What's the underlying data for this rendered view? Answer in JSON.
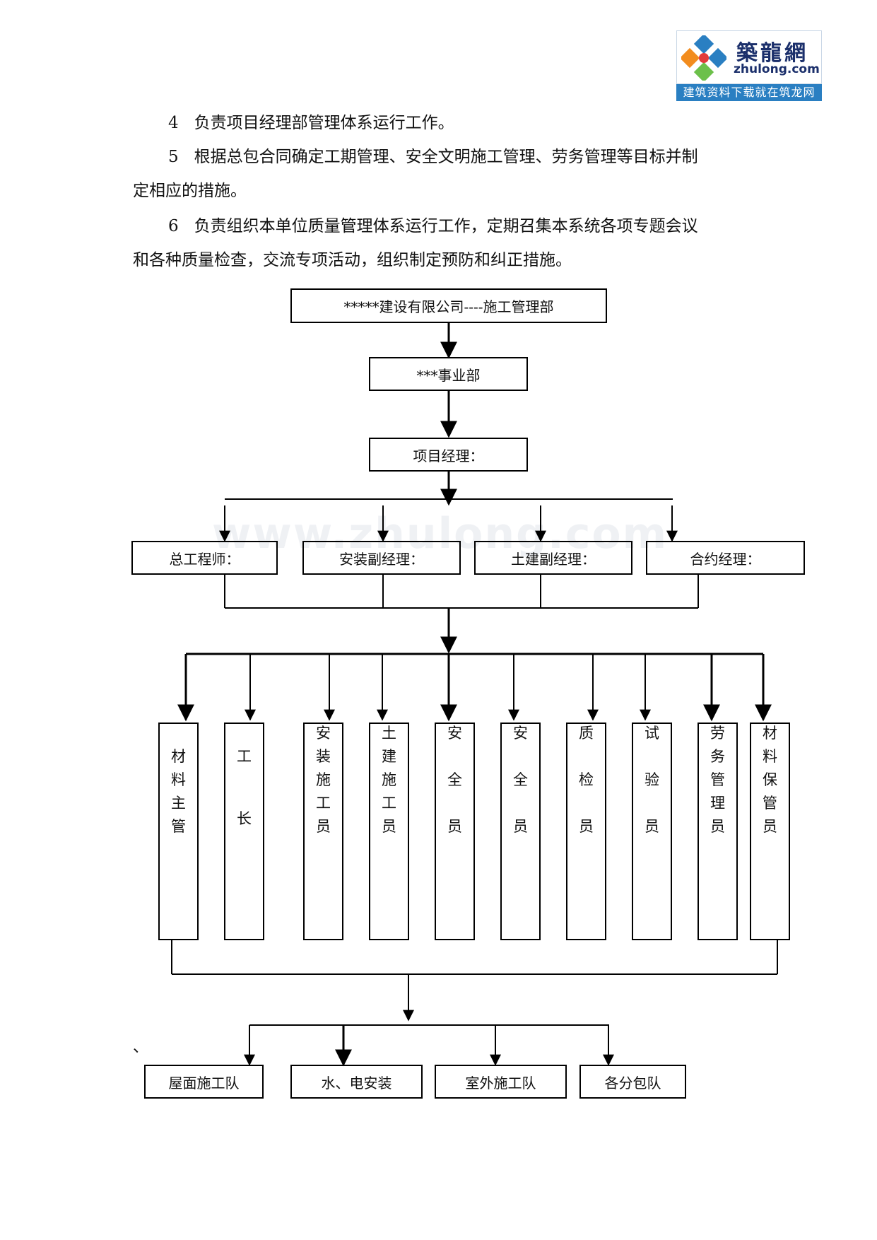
{
  "logo": {
    "name_cn": "築龍網",
    "domain": "zhulong.com",
    "tagline": "建筑资料下载就在筑龙网"
  },
  "paragraphs": [
    {
      "number": "4",
      "text": "负责项目经理部管理体系运行工作。"
    },
    {
      "number": "5",
      "text": "根据总包合同确定工期管理、安全文明施工管理、劳务管理等目标并制",
      "continuation": "定相应的措施。"
    },
    {
      "number": "6",
      "text": "负责组织本单位质量管理体系运行工作，定期召集本系统各项专题会议",
      "continuation": "和各种质量检查，交流专项活动，组织制定预防和纠正措施。"
    }
  ],
  "org_chart": {
    "company": "*****建设有限公司----施工管理部",
    "division": "***事业部",
    "project_manager": "项目经理：",
    "managers": [
      "总工程师：",
      "安装副经理：",
      "土建副经理：",
      "合约经理："
    ],
    "staff": [
      "材料主管",
      "工长",
      "安装施工员",
      "土建施工员",
      "安全员",
      "安全员",
      "质检员",
      "试验员",
      "劳务管理员",
      "材料保管员"
    ],
    "teams": [
      "屋面施工队",
      "水、电安装",
      "室外施工队",
      "各分包队"
    ]
  },
  "watermark": "www.zhulong.com",
  "stray_mark": "、"
}
